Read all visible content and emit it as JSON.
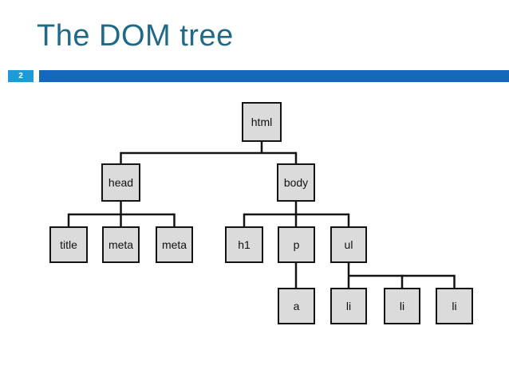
{
  "slide": {
    "title": "The DOM tree",
    "page_number": "2"
  },
  "colors": {
    "title_text": "#1F6A87",
    "page_number_box": "#1E9BD7",
    "header_bar": "#1568BD",
    "node_fill": "#DBDBDB",
    "node_border": "#141414"
  },
  "tree": {
    "type": "tree-diagram",
    "nodes": [
      {
        "label": "html"
      },
      {
        "label": "head"
      },
      {
        "label": "body"
      },
      {
        "label": "title"
      },
      {
        "label": "meta"
      },
      {
        "label": "meta"
      },
      {
        "label": "h1"
      },
      {
        "label": "p"
      },
      {
        "label": "ul"
      },
      {
        "label": "a"
      },
      {
        "label": "li"
      },
      {
        "label": "li"
      },
      {
        "label": "li"
      }
    ],
    "hierarchy": {
      "label": "html",
      "children": [
        {
          "label": "head",
          "children": [
            {
              "label": "title"
            },
            {
              "label": "meta"
            },
            {
              "label": "meta"
            }
          ]
        },
        {
          "label": "body",
          "children": [
            {
              "label": "h1"
            },
            {
              "label": "p",
              "children": [
                {
                  "label": "a"
                }
              ]
            },
            {
              "label": "ul",
              "children": [
                {
                  "label": "li"
                },
                {
                  "label": "li"
                },
                {
                  "label": "li"
                }
              ]
            }
          ]
        }
      ]
    }
  }
}
